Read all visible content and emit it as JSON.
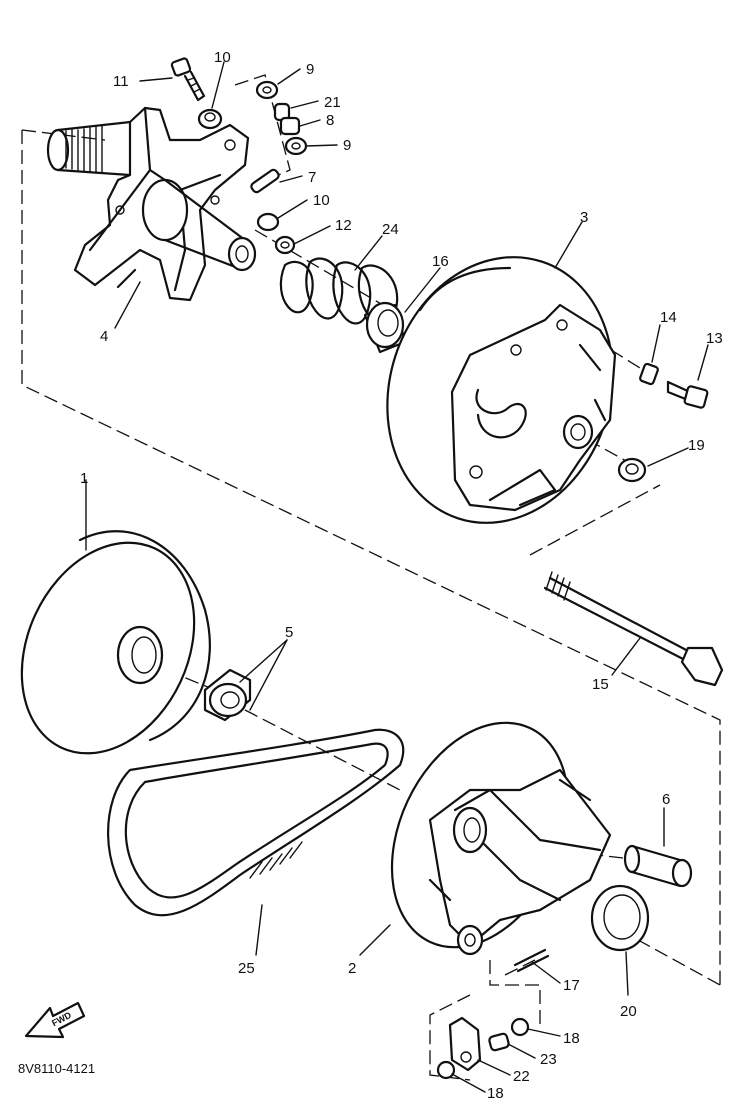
{
  "diagram": {
    "part_labels": {
      "p1": "1",
      "p2": "2",
      "p3": "3",
      "p4": "4",
      "p5": "5",
      "p6": "6",
      "p7": "7",
      "p8": "8",
      "p9a": "9",
      "p9b": "9",
      "p10a": "10",
      "p10b": "10",
      "p11": "11",
      "p12": "12",
      "p13": "13",
      "p14": "14",
      "p15": "15",
      "p16": "16",
      "p17": "17",
      "p18a": "18",
      "p18b": "18",
      "p19": "19",
      "p20": "20",
      "p21": "21",
      "p22": "22",
      "p23": "23",
      "p24": "24",
      "p25": "25"
    },
    "direction_arrow": "FWD",
    "diagram_code": "8V8110-4121"
  }
}
